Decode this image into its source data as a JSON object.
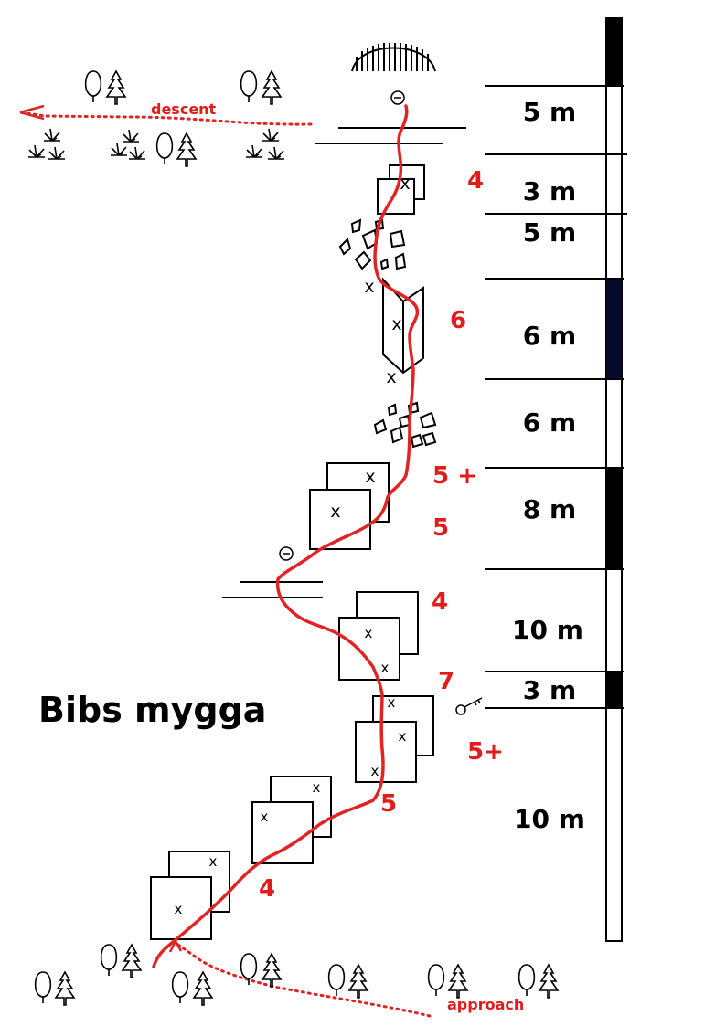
{
  "title": "Bibs mygga",
  "labels": {
    "descent": "descent",
    "approach": "approach"
  },
  "colors": {
    "route": "#e02424",
    "ink": "#000000",
    "band_dark": "#000000",
    "band_navy": "#050a2a"
  },
  "icons": [
    "tree-icon",
    "grass-icon",
    "anchor-icon",
    "bolt-icon",
    "key-icon",
    "arrow-icon",
    "boulder-icon",
    "corner-icon",
    "ledge-icon"
  ],
  "grades": [
    {
      "id": "g1",
      "text": "4"
    },
    {
      "id": "g2",
      "text": "6"
    },
    {
      "id": "g3",
      "text": "5 +"
    },
    {
      "id": "g4",
      "text": "5"
    },
    {
      "id": "g5",
      "text": "4"
    },
    {
      "id": "g6",
      "text": "7"
    },
    {
      "id": "g7",
      "text": "5+"
    },
    {
      "id": "g8",
      "text": "5"
    },
    {
      "id": "g9",
      "text": "4"
    }
  ],
  "sections": [
    {
      "id": "s1",
      "length": "5 m"
    },
    {
      "id": "s2",
      "length": "3 m"
    },
    {
      "id": "s3",
      "length": "5 m"
    },
    {
      "id": "s4",
      "length": "6 m"
    },
    {
      "id": "s5",
      "length": "6 m"
    },
    {
      "id": "s6",
      "length": "8 m"
    },
    {
      "id": "s7",
      "length": "10 m"
    },
    {
      "id": "s8",
      "length": "3 m"
    },
    {
      "id": "s9",
      "length": "10 m"
    }
  ],
  "bolt_mark": "x"
}
